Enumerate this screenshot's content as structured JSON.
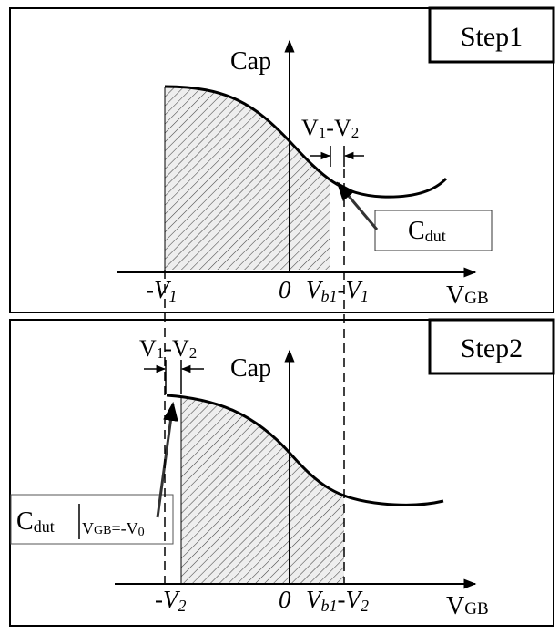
{
  "panels": {
    "step1": {
      "label": "Step1",
      "y_axis_label": "Cap",
      "x_axis_label": {
        "main": "V",
        "sub": "GB"
      },
      "delta_label": {
        "v1": "V",
        "sub1": "1",
        "dash": "-",
        "v2": "V",
        "sub2": "2"
      },
      "cdut_box": {
        "main": "C",
        "sub": "dut"
      },
      "tick_neg": {
        "prefix": "-V",
        "sub": "1"
      },
      "tick_zero": "0",
      "tick_right": {
        "v": "V",
        "sub": "b1",
        "rest": "-V",
        "rest_sub": "1"
      }
    },
    "step2": {
      "label": "Step2",
      "y_axis_label": "Cap",
      "x_axis_label": {
        "main": "V",
        "sub": "GB"
      },
      "delta_label": {
        "v1": "V",
        "sub1": "1",
        "dash": "-",
        "v2": "V",
        "sub2": "2"
      },
      "cdut_box": {
        "main": "C",
        "sub": "dut",
        "cond": "V",
        "cond_sub": "GB",
        "cond_rest": "=-V",
        "cond_sub2": "0"
      },
      "tick_neg": {
        "prefix": "-V",
        "sub": "2"
      },
      "tick_zero": "0",
      "tick_right": {
        "v": "V",
        "sub": "b1",
        "rest": "-V",
        "rest_sub": "2"
      }
    }
  },
  "colors": {
    "ink": "#000000",
    "shade_bg": "#eeeeee",
    "hatch": "#444444"
  }
}
